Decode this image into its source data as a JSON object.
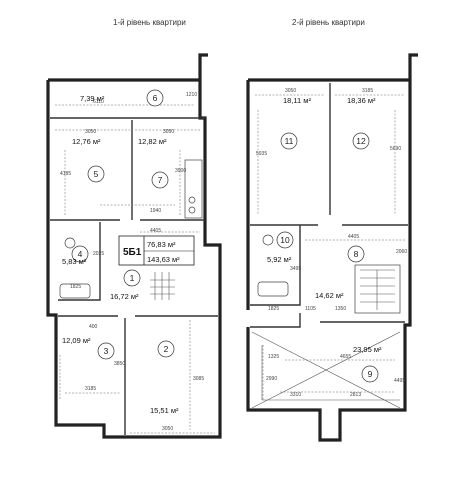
{
  "titles": {
    "level1": "1-й рівень квартири",
    "level2": "2-й рівень квартири"
  },
  "badge": {
    "code": "5Б1",
    "living_area": "76,83 м²",
    "total_area": "143,63 м²"
  },
  "level1": {
    "rooms": [
      {
        "id": "1",
        "area": "16,72 м²"
      },
      {
        "id": "2",
        "area": "15,51 м²"
      },
      {
        "id": "3",
        "area": "12,09 м²"
      },
      {
        "id": "4",
        "area": "5,83 м²"
      },
      {
        "id": "5",
        "area": "12,76 м²"
      },
      {
        "id": "6",
        "area": "7,39 м²"
      },
      {
        "id": "7",
        "area": "12,82 м²"
      }
    ],
    "dimensions": [
      "6110",
      "1210",
      "3050",
      "3050",
      "4185",
      "3900",
      "1940",
      "2025",
      "4405",
      "1825",
      "3185",
      "3085",
      "3850",
      "3050",
      "400"
    ]
  },
  "level2": {
    "rooms": [
      {
        "id": "8",
        "area": "14,62 м²"
      },
      {
        "id": "9",
        "area": "23,95 м²"
      },
      {
        "id": "10",
        "area": "5,92 м²"
      },
      {
        "id": "11",
        "area": "18,11 м²"
      },
      {
        "id": "12",
        "area": "18,36 м²"
      }
    ],
    "dimensions": [
      "3050",
      "3185",
      "5935",
      "5690",
      "4405",
      "2060",
      "1825",
      "3495",
      "1325",
      "4655",
      "1105",
      "1350",
      "2990",
      "3310",
      "2813",
      "4495"
    ]
  }
}
